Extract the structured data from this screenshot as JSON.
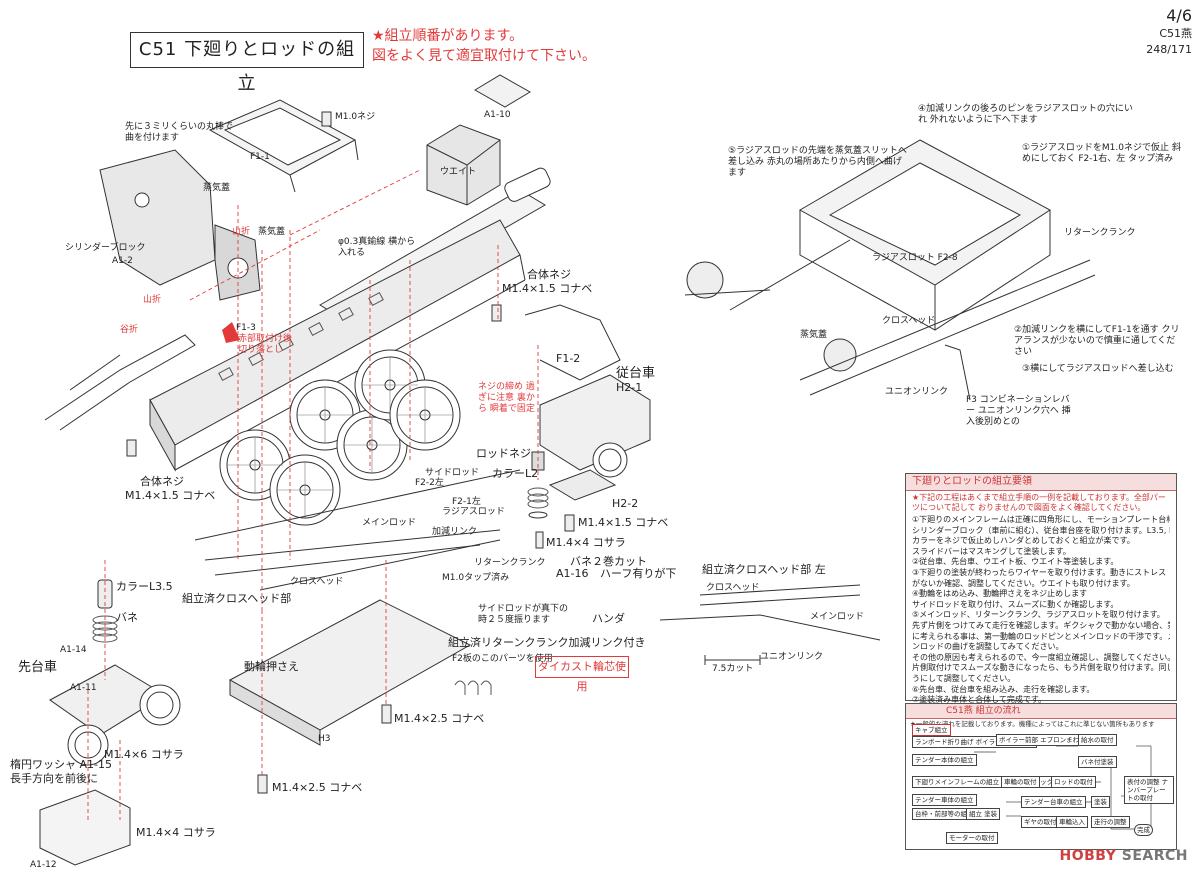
{
  "header": {
    "title": "C51 下廻りとロッドの組立",
    "note_line1": "★組立順番があります。",
    "note_line2": "図をよく見て適宜取付けて下さい。",
    "page_number": "4/6",
    "model": "C51燕",
    "scale": "248/171"
  },
  "labels": {
    "a1_10": "A1-10",
    "m10_screw": "M1.0ネジ",
    "f1_1": "F1-1",
    "weight": "ウエイト",
    "bend_note": "先に３ミリくらいの丸棒で曲を付けます",
    "steam_dome1": "蒸気蓋",
    "steam_dome2": "蒸気蓋",
    "yamaori": "山折",
    "cylinder_block": "シリンダーブロック",
    "a1_2": "A1-2",
    "wire_note": "φ0.3真鍮線 横から入れる",
    "f1_3": "F1-3",
    "red_cut": "赤部取付け後 切り落とし",
    "tanori": "谷折",
    "gattai_screw_r": "合体ネジ",
    "m14x15_r": "M1.4×1.5 コナベ",
    "f1_2": "F1-2",
    "jyudaisha": "従台車",
    "h2_1": "H2-1",
    "nut_note": "ネジの締め 過ぎに注意 裏から 瞬着で固定",
    "rod_screw": "ロッドネジ",
    "collar_l2": "カラーL2",
    "gattai_screw_l": "合体ネジ",
    "m14x15_l": "M1.4×1.5 コナベ",
    "side_rod": "サイドロッド",
    "f2_2": "F2-2左",
    "f2_1": "F2-1左",
    "radius_rod": "ラジアスロッド",
    "h2_2": "H2-2",
    "m14x15_c": "M1.4×1.5 コナベ",
    "main_rod": "メインロッド",
    "link": "加減リンク",
    "m14x4_c": "M1.4×4 コサラ",
    "spring_note": "バネ２巻カット",
    "a1_16": "A1-16",
    "half_note": "ハーフ有りが下",
    "return_crank": "リターンクランク",
    "m10_tap": "M1.0タップ済み",
    "crosshead": "クロスヘッド",
    "side_rod_note": "サイドロッドが真下の時２５度振ります",
    "handa": "ハンダ",
    "assembled_ch": "組立済クロスヘッド部",
    "collar_l35": "カラーL3.5",
    "spring": "バネ",
    "a1_14": "A1-14",
    "sendaisha": "先台車",
    "a1_11": "A1-11",
    "m14x6": "M1.4×6 コサラ",
    "washer": "楕円ワッシャ A1-15",
    "washer_note": "長手方向を前後に",
    "a1_12": "A1-12",
    "m14x4_b": "M1.4×4 コサラ",
    "wheel_press": "動輪押さえ",
    "h3": "H3",
    "m14x25_a": "M1.4×2.5 コナベ",
    "m14x25_b": "M1.4×2.5 コナベ",
    "assembled_rc": "組立済リターンクランク加減リンク付き",
    "f2_pin": "F2板のこのパーツを使用",
    "diecast": "ダイカスト輪芯使用",
    "ch_left": "組立済クロスヘッド部 左",
    "ch_small": "クロスヘッド",
    "mainrod_small": "メインロッド",
    "union_small": "ユニオンリンク",
    "dim_75": "7.5カット",
    "note4": "④加減リンクの後ろのピンをラジアスロットの穴にいれ 外れないように下へ下ます",
    "note5": "⑤ラジアスロッドの先端を蒸気蓋スリットへ差し込み 赤丸の場所あたりから内側へ曲げます",
    "note1": "①ラジアスロッドをM1.0ネジで仮止 斜めにしておく F2-1右、左 タップ済み",
    "return_crank_r": "リターンクランク",
    "radius_small": "ラジアスロット F2-8",
    "steam_dome_r": "蒸気蓋",
    "crosshead_r": "クロスヘッド",
    "note2": "②加減リンクを横にしてF1-1を通す クリアランスが少ないので慎重に通してください",
    "note3": "③横にしてラジアスロッドへ差し込む",
    "union_r": "ユニオンリンク",
    "f3_note": "F3 コンビネーションレバー ユニオンリンク穴へ 挿入後別めとの"
  },
  "instructions": {
    "heading": "下廻りとロッドの組立要領",
    "warning": "★下記の工程はあくまで組立手順の一例を記載しております。全部パーツについて記して おりませんので図面をよく確認してください。",
    "steps": [
      "①下廻りのメインフレームは正確に四角形にし、モーションプレート台枠",
      "シリンダーブロック（車前に組む）、従台車台座を取り付けます。L3.5, L2",
      "カラーをネジで仮止めしハンダとめしておくと組立が楽です。",
      "スライドバーはマスキングして塗装します。",
      "②従台車、先台車、ウエイト板、ウエイト等塗装します。",
      "③下廻りの塗装が終わったらワイヤーを取り付けます。動きにストレス",
      "がないか確認、調整してください。ウエイトも取り付けます。",
      "④動輪をはめ込み、動輪押さえをネジ止めします",
      "サイドロッドを取り付け、スムーズに動くか確認します。",
      "⑤メインロッド、リターンクランク、ラジアスロットを取り付けます。",
      "先ず片側をつけてみて走行を確認します。ギクシャクで動かない場合、第一",
      "に考えられる事は、第一動輪のロッドピンとメインロッドの干渉です。メイ",
      "ンロッドの曲げを調整してみてください。",
      "その他の原因も考えられるので、今一度組立確認し、調整してください。",
      "片側取付けでスムーズな動きになったら、もう片側を取り付けます。同じよ",
      "うにして調整してください。",
      "⑥先台車、従台車を組み込み、走行を確認します。",
      "⑦塗装済み車体と合体して完成です。"
    ]
  },
  "flow": {
    "heading": "C51燕  組立の流れ",
    "subtitle": "★一般的な流れを記載しております。機種によってはこれに準じない箇所もあります",
    "nodes": [
      "キャブ組立",
      "ランボード折り曲げ ボイラー本体の組立",
      "ボイラー前部 エプロンまわ りの組立",
      "テンダー本体の組立",
      "下廻りメインフレームの組立 シリンダブロックの組付け",
      "テンダー車体の組立",
      "給水の取付",
      "バネ付塗装",
      "台枠・前部等の組立",
      "組立 塗装",
      "車輪の取付",
      "ロッドの取付",
      "テンダー台車の組立",
      "塗装",
      "完成",
      "表付の調整 ナンバープレートの取付",
      "モーターの取付",
      "ギヤの取付",
      "車輪込入",
      "走行の調整"
    ]
  },
  "watermark": {
    "brand": "HOBBY",
    "brand2": "SEARCH"
  }
}
